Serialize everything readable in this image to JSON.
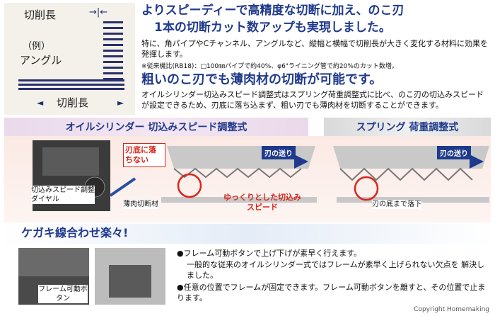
{
  "diagram": {
    "top_label": "切削長",
    "example_label": "（例）",
    "angle_label": "アングル",
    "bottom_label": "切削長"
  },
  "section1": {
    "heading_line1": "よりスピーディーで高精度な切断に加え、のこ刃",
    "heading_line2": "1本の切断カット数アップも実現しました。",
    "body": "特に、角パイプやCチャンネル、アングルなど、縦幅と横幅で切削長が大きく変化する材料に効果を発揮します。",
    "note": "※従来機比(RB18)：□100㎜パイプで約40%、φ6\"ライニング管で約20%のカット数増。"
  },
  "section2": {
    "heading": "粗いのこ刃でも薄肉材の切断が可能です。",
    "body": "オイルシリンダー切込みスピード調整式はスプリング荷重調整式に比べ、のこ刃の切込みスピードが設定できるため、刃底に落ち込まず、粗い刃でも薄肉材を切断することができます。"
  },
  "illustration": {
    "left_banner": "オイルシリンダー 切込みスピード調整式",
    "right_banner": "スプリング 荷重調整式",
    "blade_no_fall": "刃底に落ちない",
    "blade_direction_left": "刃の送り",
    "blade_direction_right": "刃の送り",
    "dial_label": "切込みスピード調整ダイヤル",
    "thin_material": "薄肉切断材",
    "slow_speed": "ゆっくりとした切込みスピード",
    "falls_to_bottom": "刃の底まで落下"
  },
  "section3": {
    "heading": "ケガキ線合わせ楽々!",
    "photo_caption": "フレーム可動ボタン",
    "bullet1": "●フレーム可動ボタンで上げ下げが素早く行えます。",
    "bullet1_sub": "一般的な従来のオイルシリンダー式ではフレームが素早く上げられない欠点を 解決しました。",
    "bullet2": "●任意の位置でフレームが固定できます。フレーム可動ボタンを離すと、その位置で止まります。"
  },
  "copyright": "Copyright  Homemaking",
  "colors": {
    "heading": "#1f3a8c",
    "accent_red": "#d9261c",
    "stripe": "#2a2f6e"
  }
}
